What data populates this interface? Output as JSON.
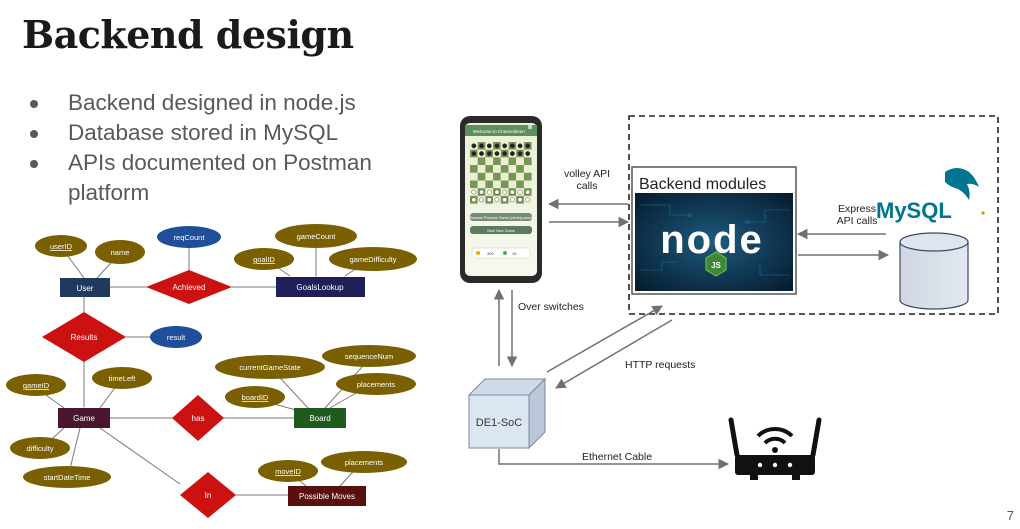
{
  "slide": {
    "title": "Backend design",
    "bullets": [
      "Backend designed in node.js",
      "Database stored in MySQL",
      "APIs documented on Postman platform"
    ],
    "page_number": "7"
  },
  "er": {
    "entities": {
      "user": "User",
      "goals_lookup": "GoalsLookup",
      "game": "Game",
      "board": "Board",
      "possible_moves": "Possible Moves"
    },
    "relations": {
      "achieved": "Achieved",
      "results": "Results",
      "has": "has",
      "in": "In"
    },
    "attributes": {
      "userID": "userID",
      "name": "name",
      "reqCount": "reqCount",
      "gameCount": "gameCount",
      "goalID": "goalID",
      "gameDifficulty": "gameDifficulty",
      "result": "result",
      "gameID": "gameID",
      "timeLeft": "timeLeft",
      "difficulty": "difficulty",
      "startDateTime": "startDateTime",
      "currentGameState": "currentGameState",
      "sequenceNum": "sequenceNum",
      "placements_board": "placements",
      "boardID": "boardID",
      "moveID": "moveID",
      "placements_moves": "placements"
    },
    "colors": {
      "entity_blue": "#1f3a5f",
      "entity_dark": "#1f1f5a",
      "entity_game": "#4a1530",
      "entity_board": "#1f5a1f",
      "entity_moves": "#5a0f0f",
      "relation": "#cc1111",
      "attribute": "#7a6000",
      "attribute_blue": "#1f4e9a"
    }
  },
  "arch": {
    "phone": {
      "header": "Welcome to ChessAbleer!",
      "btn1": "Resume Previous Game (coming soon)",
      "btn2": "Start New Game",
      "stat1": "300",
      "stat2": "15"
    },
    "backend_label": "Backend modules",
    "node_text": "node",
    "js_badge": "JS",
    "mysql_logo": "MySQL",
    "labels": {
      "volley": "volley API calls",
      "express": "Express API calls",
      "over_switches": "Over switches",
      "http": "HTTP requests",
      "ethernet": "Ethernet Cable"
    },
    "de1": "DE1-SoC"
  }
}
